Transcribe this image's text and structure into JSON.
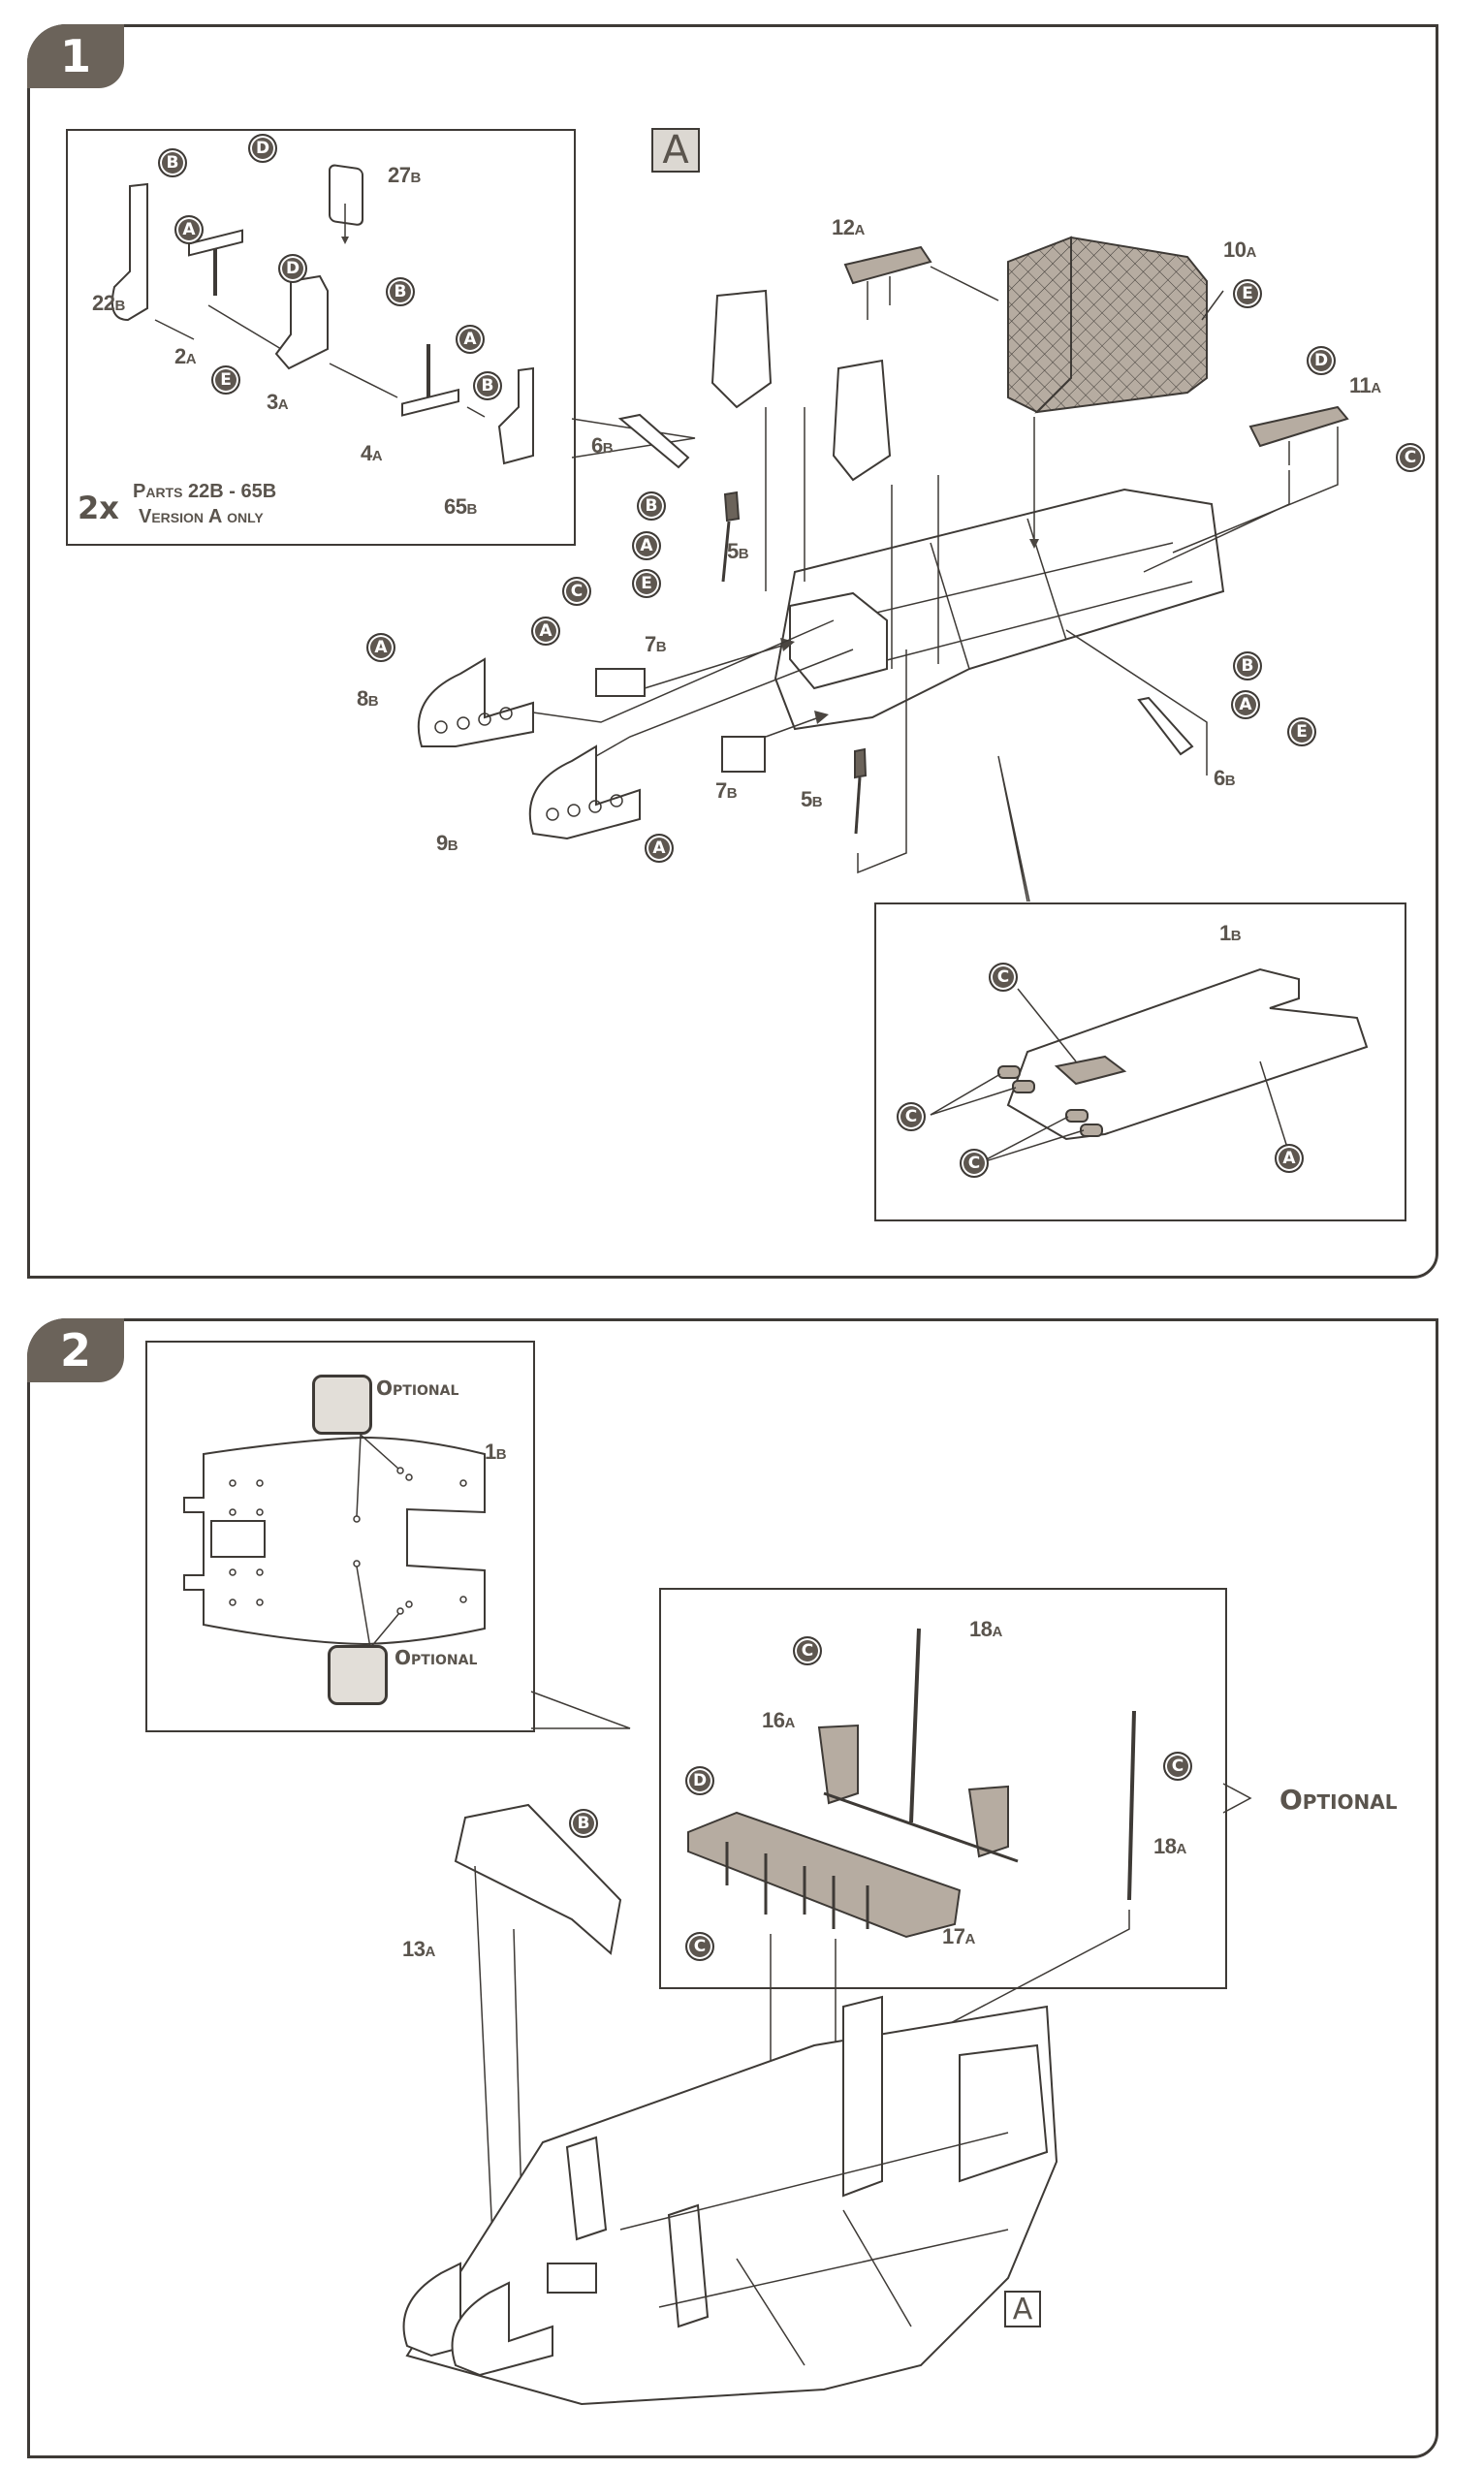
{
  "page": {
    "type": "model kit assembly instructions",
    "accent_color": "#6b635a",
    "panel_border_color": "#3e3a36",
    "shading_color": "#b6aca1"
  },
  "step1": {
    "number": "1",
    "version_marker": "A",
    "inset": {
      "parts": [
        {
          "num": "22",
          "sprue": "B"
        },
        {
          "num": "27",
          "sprue": "B"
        },
        {
          "num": "2",
          "sprue": "A"
        },
        {
          "num": "3",
          "sprue": "A"
        },
        {
          "num": "4",
          "sprue": "A"
        },
        {
          "num": "65",
          "sprue": "B"
        }
      ],
      "color_callouts": [
        "B",
        "D",
        "A",
        "D",
        "B",
        "E",
        "A",
        "B"
      ],
      "multiplier": "2x",
      "note_line1": "Parts 22B - 65B",
      "note_line2": "Version A only"
    },
    "parts": [
      {
        "num": "12",
        "sprue": "A"
      },
      {
        "num": "10",
        "sprue": "A"
      },
      {
        "num": "11",
        "sprue": "A"
      },
      {
        "num": "6",
        "sprue": "B"
      },
      {
        "num": "5",
        "sprue": "B"
      },
      {
        "num": "7",
        "sprue": "B"
      },
      {
        "num": "8",
        "sprue": "B"
      },
      {
        "num": "9",
        "sprue": "B"
      },
      {
        "num": "7",
        "sprue": "B"
      },
      {
        "num": "5",
        "sprue": "B"
      },
      {
        "num": "6",
        "sprue": "B"
      }
    ],
    "callouts": {
      "c10": "E",
      "c11a": "D",
      "c11b": "C",
      "c5a": "B",
      "c5b": "A",
      "c5c": "E",
      "c7a": "C",
      "c7b": "A",
      "c8": "A",
      "c9": "A",
      "c6a": "B",
      "c6b": "A",
      "c6c": "E"
    },
    "detail_inset": {
      "part": {
        "num": "1",
        "sprue": "B"
      },
      "callouts": [
        "C",
        "C",
        "C",
        "A"
      ]
    }
  },
  "step2": {
    "number": "2",
    "floor_inset": {
      "part": {
        "num": "1",
        "sprue": "B"
      },
      "optional_top": "Optional",
      "optional_bottom": "Optional"
    },
    "optional_inset": {
      "label": "Optional",
      "parts": [
        {
          "num": "18",
          "sprue": "A"
        },
        {
          "num": "16",
          "sprue": "A"
        },
        {
          "num": "18",
          "sprue": "A"
        },
        {
          "num": "17",
          "sprue": "A"
        }
      ],
      "callouts": [
        "C",
        "D",
        "C",
        "C"
      ]
    },
    "parts": [
      {
        "num": "13",
        "sprue": "A"
      }
    ],
    "callout_13": "B",
    "version_marker": "A"
  }
}
